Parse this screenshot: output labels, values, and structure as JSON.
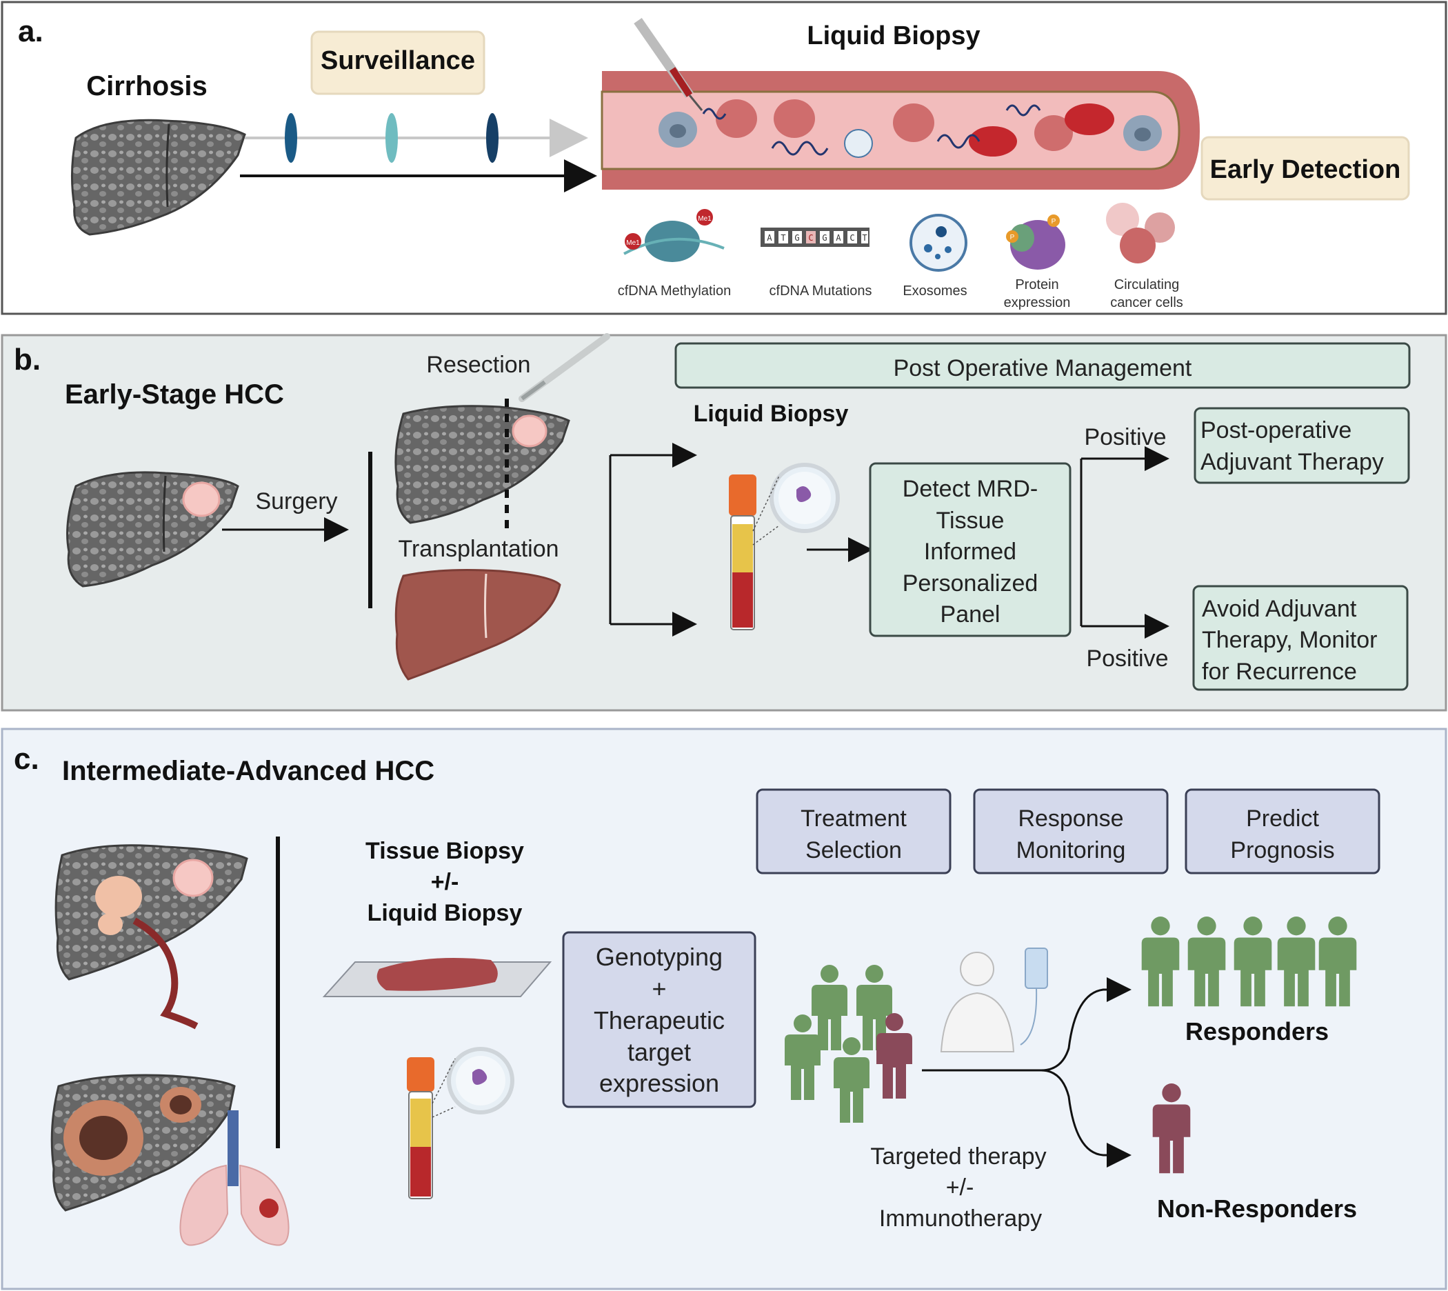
{
  "panel_a": {
    "label": "a.",
    "cirrhosis": "Cirrhosis",
    "surveillance": "Surveillance",
    "liquid_biopsy": "Liquid Biopsy",
    "early_detection": "Early Detection",
    "analytes": [
      {
        "line1": "cfDNA Methylation",
        "line2": ""
      },
      {
        "line1": "cfDNA Mutations",
        "line2": ""
      },
      {
        "line1": "Exosomes",
        "line2": ""
      },
      {
        "line1": "Protein",
        "line2": "expression"
      },
      {
        "line1": "Circulating",
        "line2": "cancer cells"
      }
    ],
    "methyl_tag": "Me1",
    "dna_letters": [
      "A",
      "T",
      "G",
      "C",
      "G",
      "A",
      "C",
      "T"
    ],
    "phospho_tag": "P"
  },
  "panel_b": {
    "label": "b.",
    "title": "Early-Stage HCC",
    "surgery": "Surgery",
    "resection": "Resection",
    "transplantation": "Transplantation",
    "post_op_header": "Post Operative Management",
    "liquid_biopsy": "Liquid Biopsy",
    "mrd_lines": [
      "Detect MRD-",
      "Tissue",
      "Informed",
      "Personalized",
      "Panel"
    ],
    "positive_top": "Positive",
    "positive_bottom": "Positive",
    "adjuvant_lines": [
      "Post-operative",
      "Adjuvant Therapy"
    ],
    "avoid_lines": [
      "Avoid Adjuvant",
      "Therapy, Monitor",
      "for Recurrence"
    ]
  },
  "panel_c": {
    "label": "c.",
    "title": "Intermediate-Advanced HCC",
    "tissue_lines": [
      "Tissue Biopsy",
      "+/-",
      "Liquid Biopsy"
    ],
    "geno_lines": [
      "Genotyping",
      "+",
      "Therapeutic",
      "target",
      "expression"
    ],
    "boxes": [
      {
        "line1": "Treatment",
        "line2": "Selection"
      },
      {
        "line1": "Response",
        "line2": "Monitoring"
      },
      {
        "line1": "Predict",
        "line2": "Prognosis"
      }
    ],
    "therapy_lines": [
      "Targeted therapy",
      "+/-",
      "Immunotherapy"
    ],
    "responders": "Responders",
    "non_responders": "Non-Responders"
  },
  "colors": {
    "panel_a_bg": "#ffffff",
    "panel_b_bg": "#e7ecec",
    "panel_c_bg": "#eef3f9",
    "box_cream": "#f7ecd4",
    "box_mint": "#d9eae3",
    "box_lavender": "#d4d9eb",
    "liver_gray": "#6b6b6b",
    "vessel_red": "#c85a5a",
    "responder_green": "#6f9a63",
    "nonresponder_maroon": "#8a4a5a"
  }
}
